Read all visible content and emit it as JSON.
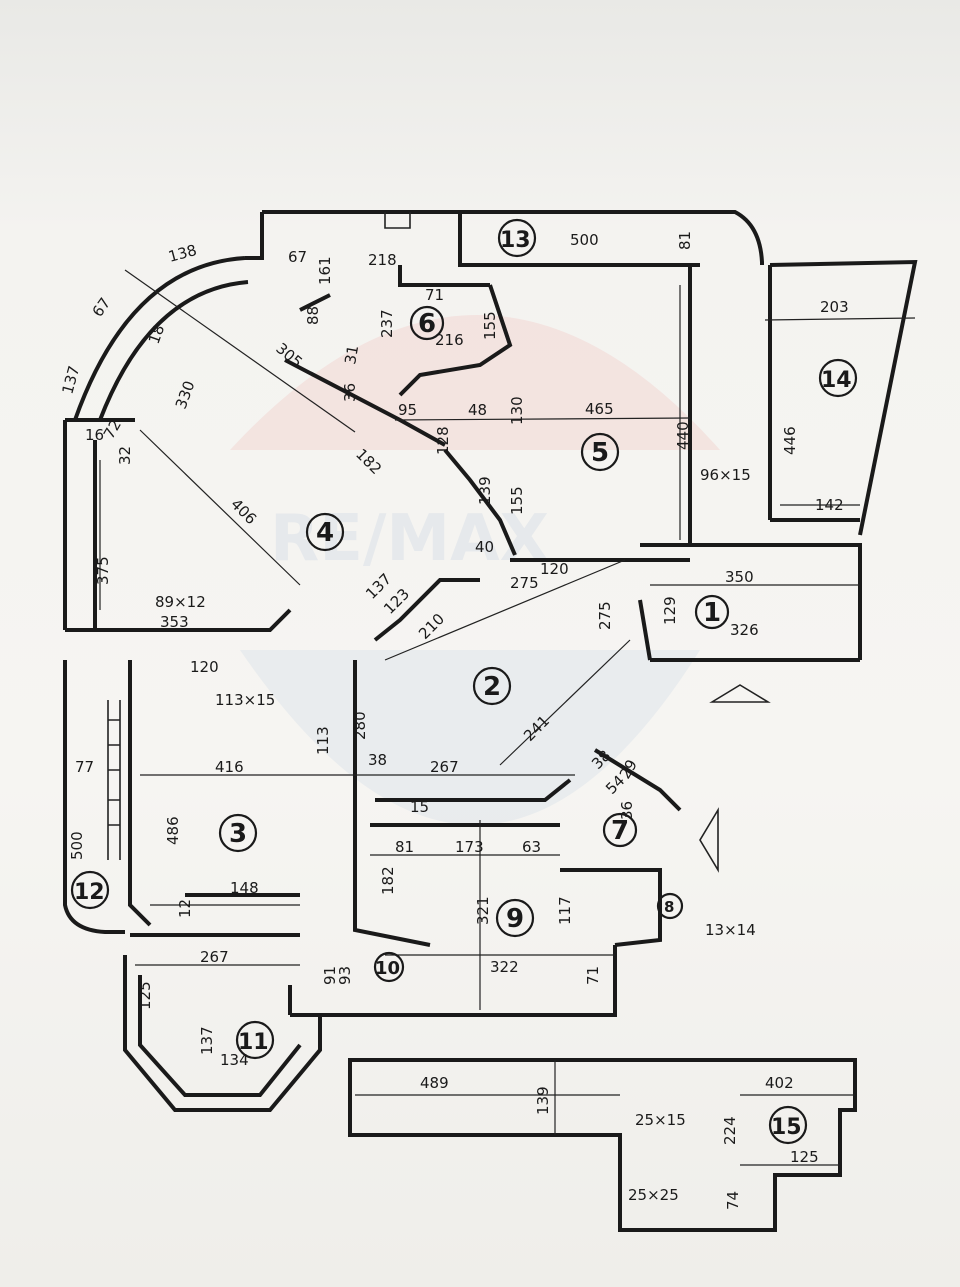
{
  "watermark": "RE/MAX",
  "rooms": [
    "1",
    "2",
    "3",
    "4",
    "5",
    "6",
    "7",
    "8",
    "9",
    "10",
    "11",
    "12",
    "13",
    "14",
    "15"
  ],
  "dimensions": [
    "138",
    "67",
    "137",
    "18",
    "330",
    "305",
    "406",
    "182",
    "375",
    "16",
    "72",
    "32",
    "89×12",
    "353",
    "120",
    "113×15",
    "113",
    "280",
    "38",
    "416",
    "486",
    "77",
    "500",
    "148",
    "12",
    "267",
    "125",
    "137",
    "134",
    "91",
    "218",
    "67",
    "161",
    "88",
    "237",
    "31",
    "71",
    "216",
    "155",
    "36",
    "95",
    "48",
    "130",
    "128",
    "465",
    "440",
    "96×15",
    "139",
    "155",
    "137",
    "123",
    "210",
    "275",
    "120",
    "40",
    "275",
    "241",
    "267",
    "15",
    "81",
    "173",
    "63",
    "182",
    "321",
    "117",
    "322",
    "71",
    "129",
    "350",
    "326",
    "446",
    "142",
    "203",
    "500",
    "81",
    "13×14",
    "93",
    "36",
    "38",
    "54",
    "29",
    "489",
    "139",
    "402",
    "25×15",
    "224",
    "125",
    "25×25",
    "74"
  ]
}
